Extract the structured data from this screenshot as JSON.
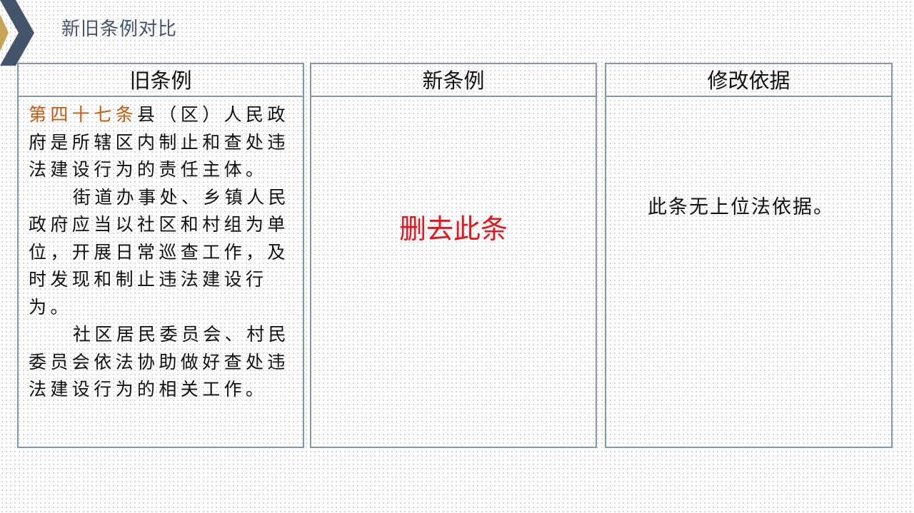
{
  "slide": {
    "title": "新旧条例对比",
    "accent_color": "#44546a",
    "border_color": "#8496b0"
  },
  "columns": {
    "old": {
      "header": "旧条例",
      "article_number": "第四十七条",
      "paragraph1_rest": "县（区）人民政府是所辖区内制止和查处违法建设行为的责任主体。",
      "paragraph2": "街道办事处、乡镇人民政府应当以社区和村组为单位，开展日常巡查工作，及时发现和制止违法建设行为。",
      "paragraph3": "社区居民委员会、村民委员会依法协助做好查处违法建设行为的相关工作。"
    },
    "new": {
      "header": "新条例",
      "content": "删去此条",
      "content_color": "#e8141b"
    },
    "basis": {
      "header": "修改依据",
      "content": "此条无上位法依据。"
    }
  }
}
